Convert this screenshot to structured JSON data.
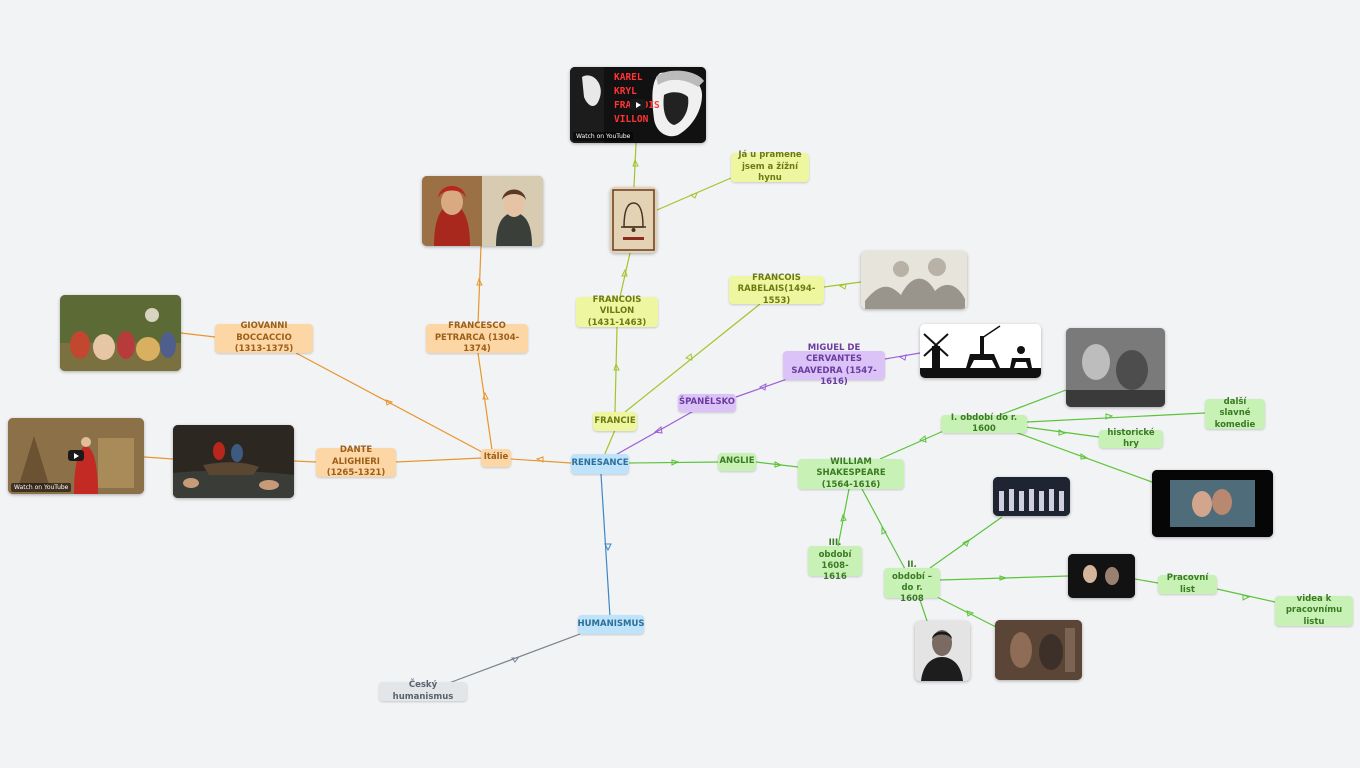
{
  "colors": {
    "background": "#f2f3f5",
    "center": "#4a90c8",
    "italy": "#e8962e",
    "france": "#a3c42a",
    "spain": "#9a5fd9",
    "england": "#5cc43a",
    "humanism": "#3f86c4",
    "czech": "#7b858e"
  },
  "mindmap": {
    "center": "RENESANCE",
    "italy": {
      "label": "Itálie",
      "petrarca": "FRANCESCO\nPETRARCA (1304-1374)",
      "boccaccio": "GIOVANNI BOCCACCIO\n(1313-1375)",
      "dante": "DANTE ALIGHIERI\n(1265-1321)",
      "dante_video_badge": "Watch on YouTube"
    },
    "france": {
      "label": "FRANCIE",
      "villon": "FRANCOIS VILLON\n(1431-1463)",
      "villon_poem": "Já u pramene\njsem a žížní hynu",
      "rabelais": "FRANCOIS\nRABELAIS(1494-1553)",
      "video_title": "KAREL\nKRYL\nFRANCOIS\nVILLON",
      "video_badge": "Watch on YouTube"
    },
    "spain": {
      "label": "ŠPANĚLSKO",
      "cervantes": "MIGUEL DE CERVANTES\nSAAVEDRA (1547-1616)"
    },
    "england": {
      "label": "ANGLIE",
      "shakespeare": "WILLIAM SHAKESPEARE\n(1564-1616)",
      "period1": "I. období do r. 1600",
      "historical_plays": "historické hry",
      "other_comedies": "další slavné\nkomedie",
      "period2": "II. období –\ndo r. 1608",
      "period3": "III. období\n1608-1616",
      "worksheet": "Pracovní list",
      "worksheet_videos": "videa k\npracovnímu listu"
    },
    "humanism": {
      "label": "HUMANISMUS",
      "czech": "Český humanismus"
    }
  }
}
